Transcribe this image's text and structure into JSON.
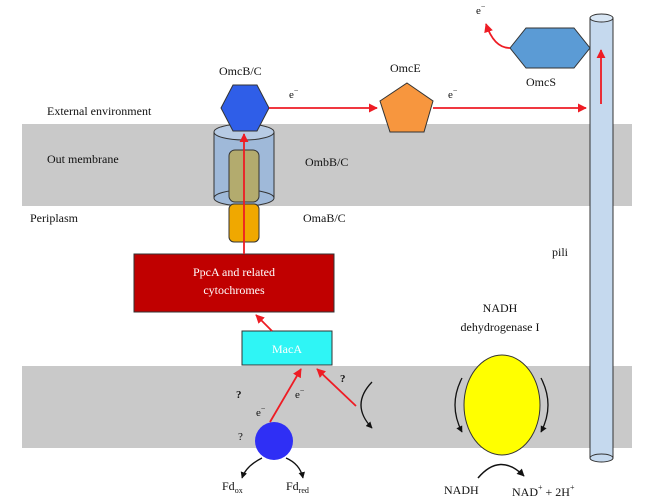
{
  "labels": {
    "external_environment": "External environment",
    "out_membrane": "Out membrane",
    "periplasm": "Periplasm",
    "omcbc": "OmcB/C",
    "ombbc": "OmbB/C",
    "omabc": "OmaB/C",
    "omce": "OmcE",
    "omcs": "OmcS",
    "pili": "pili",
    "ppca_line1": "PpcA and related",
    "ppca_line2": "cytochromes",
    "maca": "MacA",
    "nadh_line1": "NADH",
    "nadh_line2": "dehydrogenase I",
    "nadh_bottom": "NADH",
    "nad_product": "NAD",
    "nad_plus": "+",
    "nad_rest": " + 2H",
    "h_plus": "+",
    "fd": "Fd",
    "fd_ox_sub": "ox",
    "fd_red_sub": "red",
    "electron": "e",
    "electron_minus": "−",
    "question": "?"
  },
  "colors": {
    "membrane": "#c9c9c9",
    "omcb": "#2f5ee8",
    "omce": "#f7963e",
    "omcs": "#5b9bd5",
    "pili": "#c5d9ee",
    "ombbc_outer": "#9fb9d9",
    "ombbc_inner": "#b3ab6e",
    "omabc": "#f0a800",
    "ppca": "#c00000",
    "maca": "#2ff5f5",
    "nadh_dh": "#ffff00",
    "fd_ball": "#2f2ff5",
    "arrow": "#ee1c24"
  }
}
